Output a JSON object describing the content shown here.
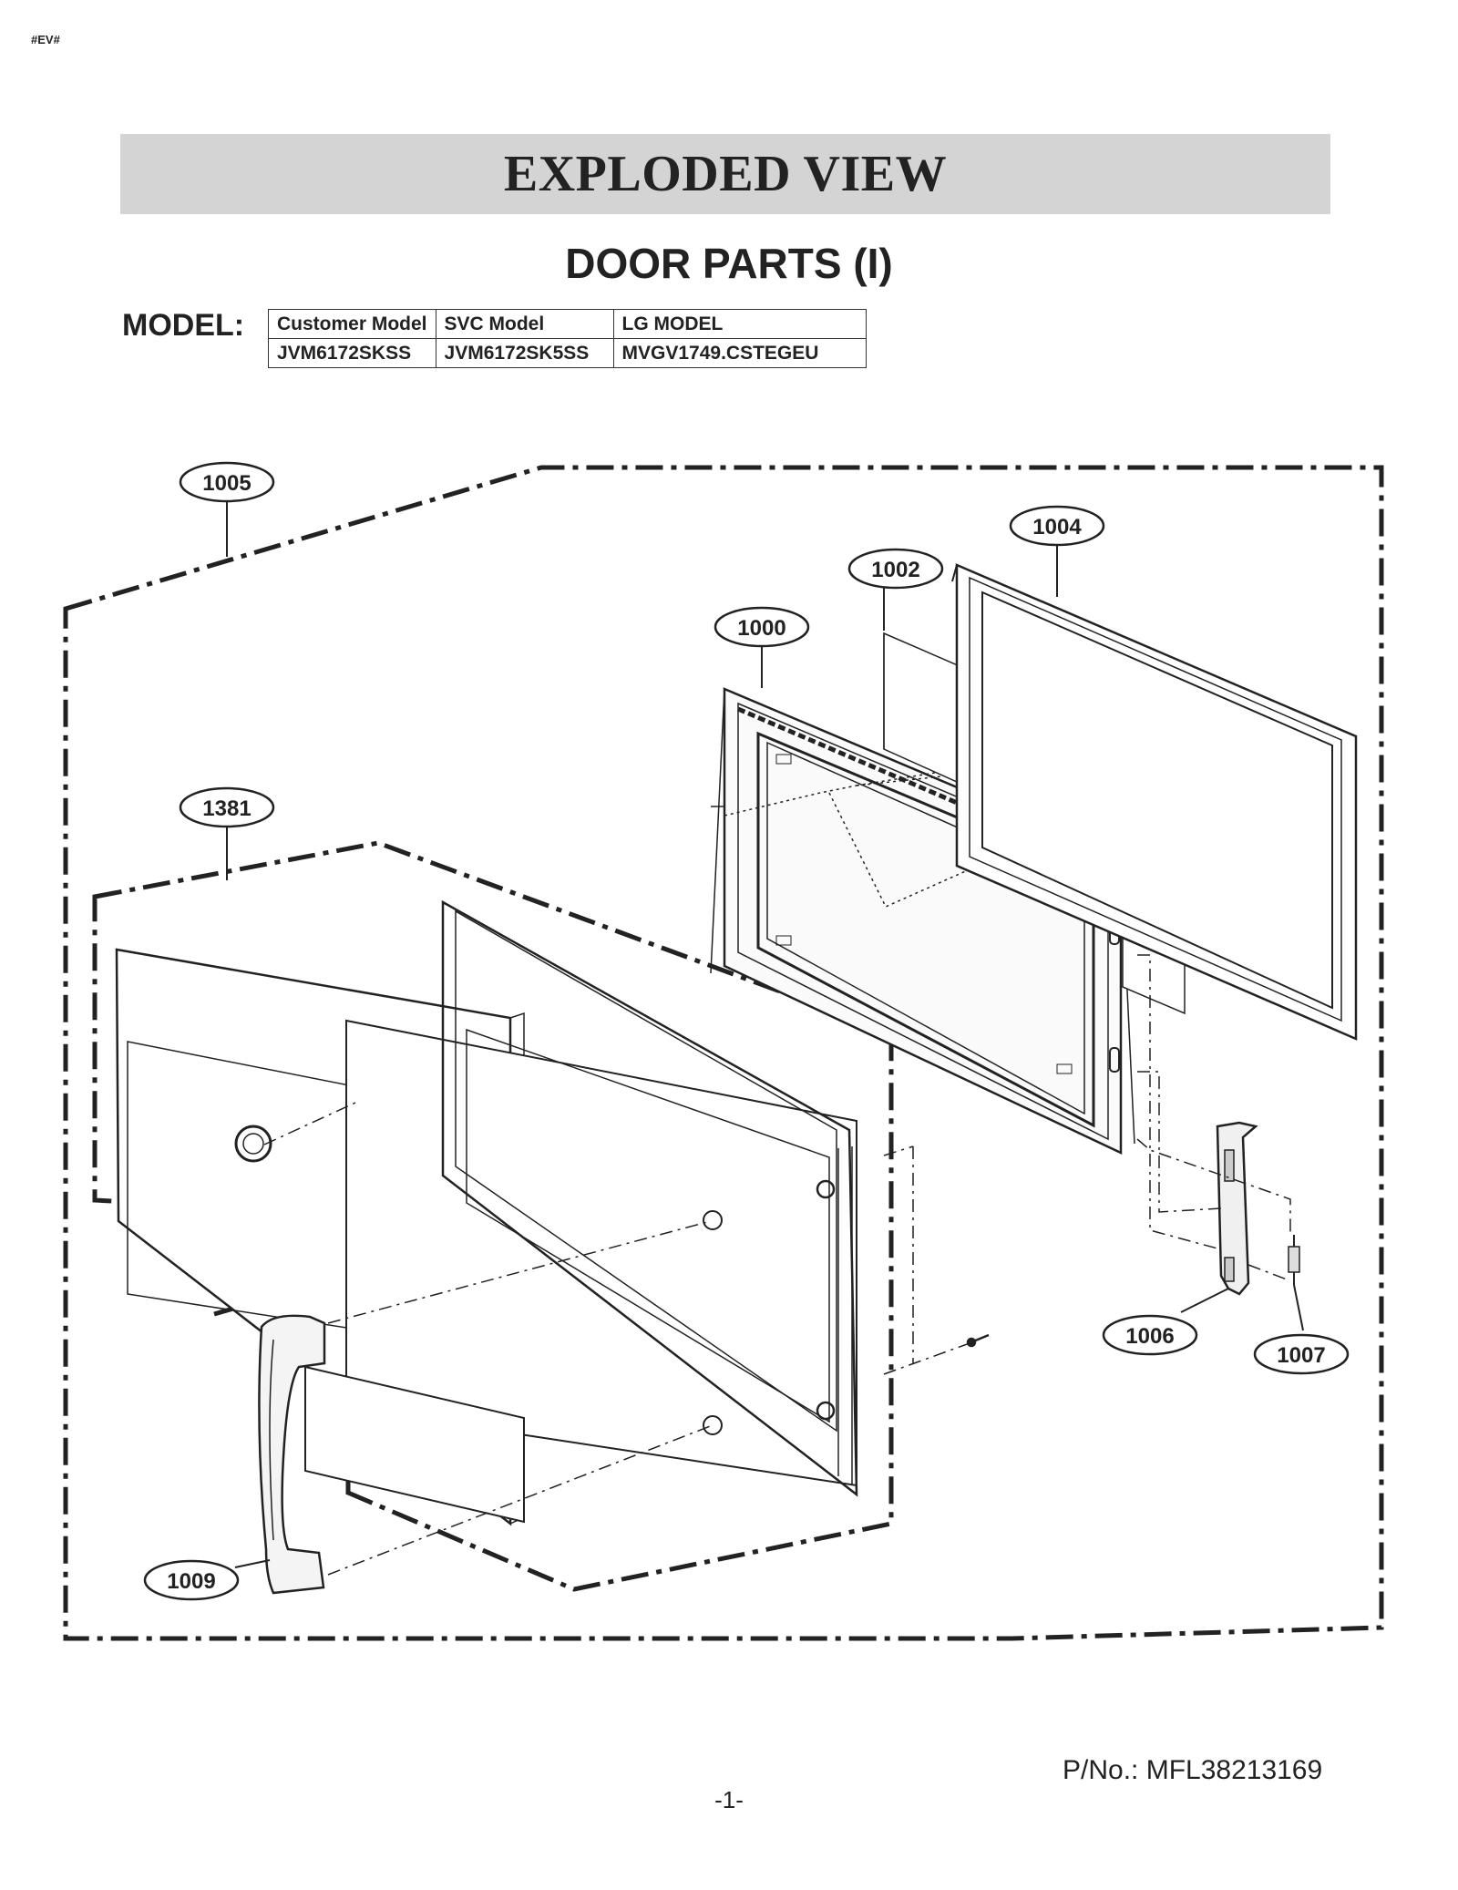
{
  "corner_tag": "#EV#",
  "title": "EXPLODED VIEW",
  "subtitle": "DOOR PARTS (I)",
  "model_label": "MODEL:",
  "model_table": {
    "headers": [
      "Customer Model",
      "SVC Model",
      "LG MODEL"
    ],
    "values": [
      "JVM6172SKSS",
      "JVM6172SK5SS",
      "MVGV1749.CSTEGEU"
    ]
  },
  "callouts": {
    "c1000": "1000",
    "c1002": "1002",
    "c1004": "1004",
    "c1005": "1005",
    "c1006": "1006",
    "c1007": "1007",
    "c1009": "1009",
    "c1381": "1381"
  },
  "part_number": "P/No.: MFL38213169",
  "page_number": "-1-"
}
